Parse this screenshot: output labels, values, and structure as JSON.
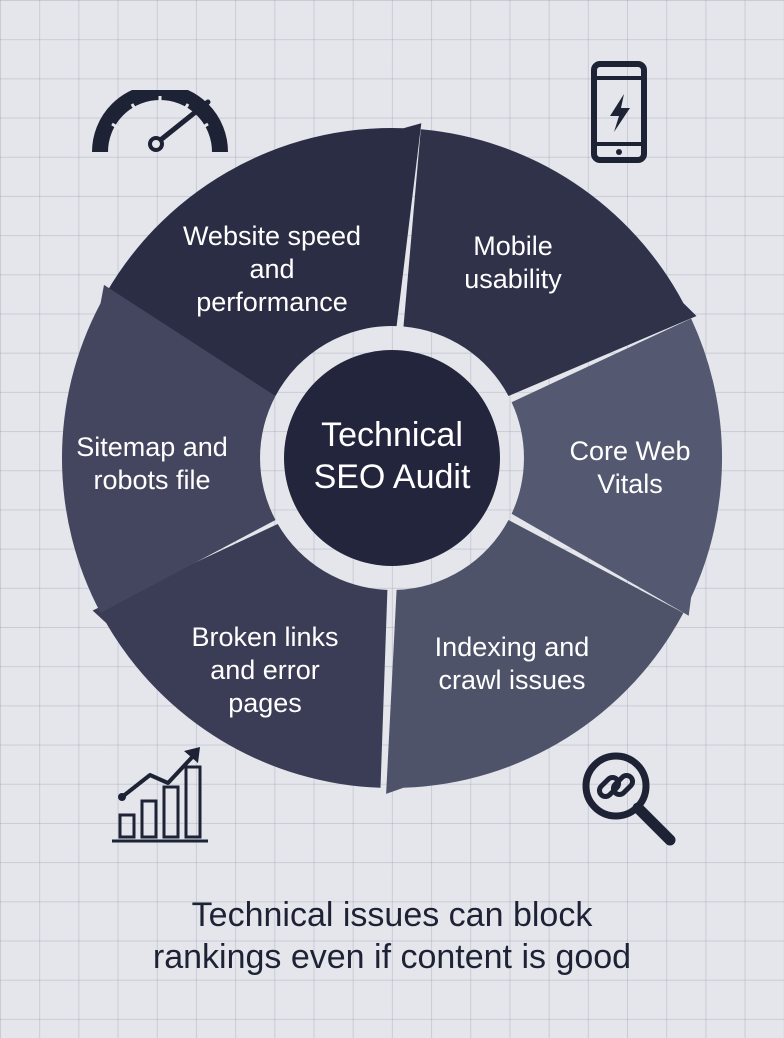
{
  "center": {
    "label": "Technical\nSEO Audit",
    "color": "#23253d"
  },
  "segments": [
    {
      "label": "Website speed\nand\nperformance",
      "color": "#2a2d44"
    },
    {
      "label": "Mobile\nusability",
      "color": "#2f3249"
    },
    {
      "label": "Core Web\nVitals",
      "color": "#545870"
    },
    {
      "label": "Indexing and\ncrawl issues",
      "color": "#4f5369"
    },
    {
      "label": "Broken links\nand error\npages",
      "color": "#3a3d55"
    },
    {
      "label": "Sitemap and\nrobots file",
      "color": "#43465e"
    }
  ],
  "icons": [
    "speedometer-icon",
    "mobile-phone-lightning-icon",
    "link-search-magnifier-icon",
    "growth-bar-chart-icon"
  ],
  "footer": {
    "text": "Technical issues can block\nrankings even if content is good"
  },
  "colors": {
    "background": "#e4e6ec",
    "icon_stroke": "#1e2235",
    "text_on_dark": "#ffffff"
  }
}
